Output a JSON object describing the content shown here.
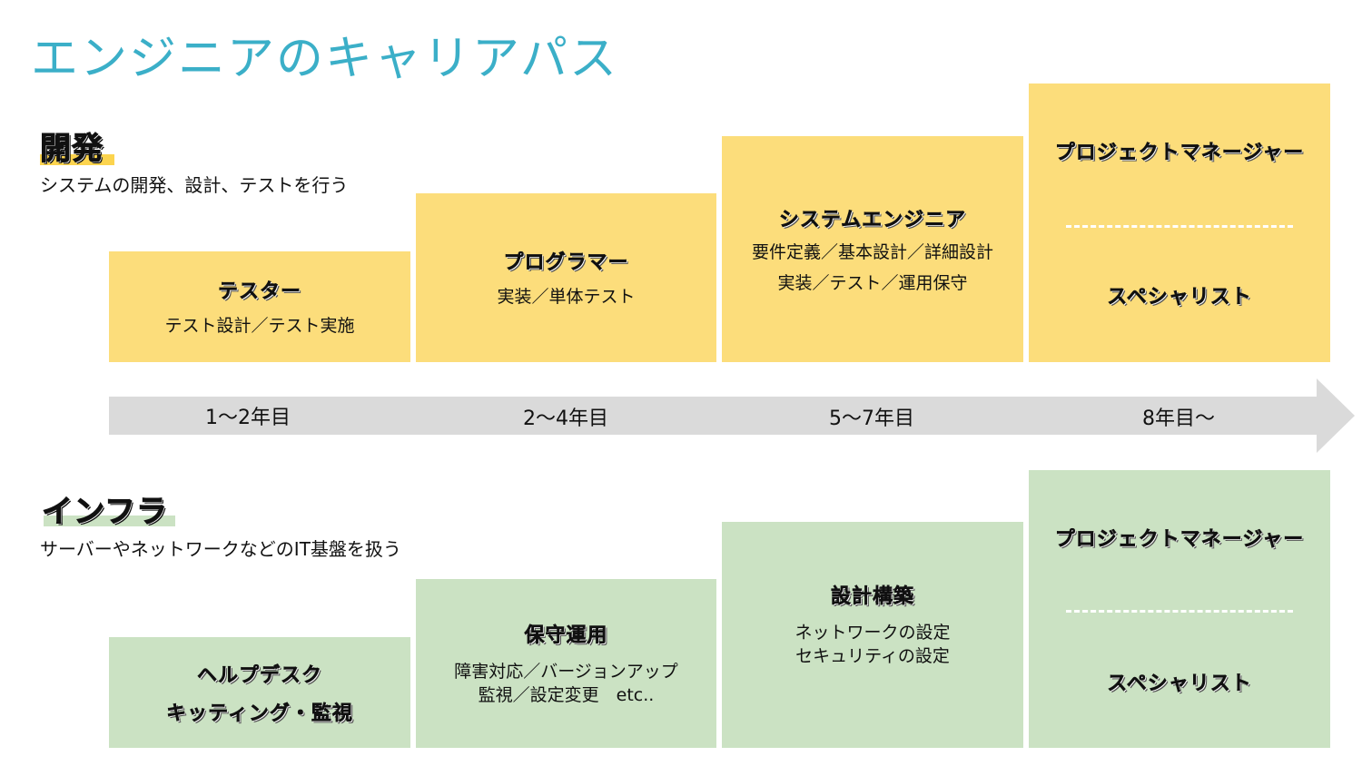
{
  "title": "エンジニアのキャリアパス",
  "colors": {
    "title": "#3bafc8",
    "development_box": "#fcdd7b",
    "infra_box": "#cbe2c3",
    "timeline_arrow": "#dadada"
  },
  "development": {
    "heading": "開発",
    "description": "システムの開発、設計、テストを行う",
    "stages": [
      {
        "role": "テスター",
        "detail": "テスト設計／テスト実施"
      },
      {
        "role": "プログラマー",
        "detail": "実装／単体テスト"
      },
      {
        "role": "システムエンジニア",
        "detail_1": "要件定義／基本設計／詳細設計",
        "detail_2": "実装／テスト／運用保守"
      },
      {
        "role_1": "プロジェクトマネージャー",
        "role_2": "スペシャリスト"
      }
    ]
  },
  "timeline": {
    "labels": [
      "1〜2年目",
      "2〜4年目",
      "5〜7年目",
      "8年目〜"
    ]
  },
  "infra": {
    "heading": "インフラ",
    "description": "サーバーやネットワークなどのIT基盤を扱う",
    "stages": [
      {
        "role_1": "ヘルプデスク",
        "role_2": "キッティング・監視"
      },
      {
        "role": "保守運用",
        "detail_1": "障害対応／バージョンアップ",
        "detail_2": "監視／設定変更　etc.."
      },
      {
        "role": "設計構築",
        "detail_1": "ネットワークの設定",
        "detail_2": "セキュリティの設定"
      },
      {
        "role_1": "プロジェクトマネージャー",
        "role_2": "スペシャリスト"
      }
    ]
  }
}
